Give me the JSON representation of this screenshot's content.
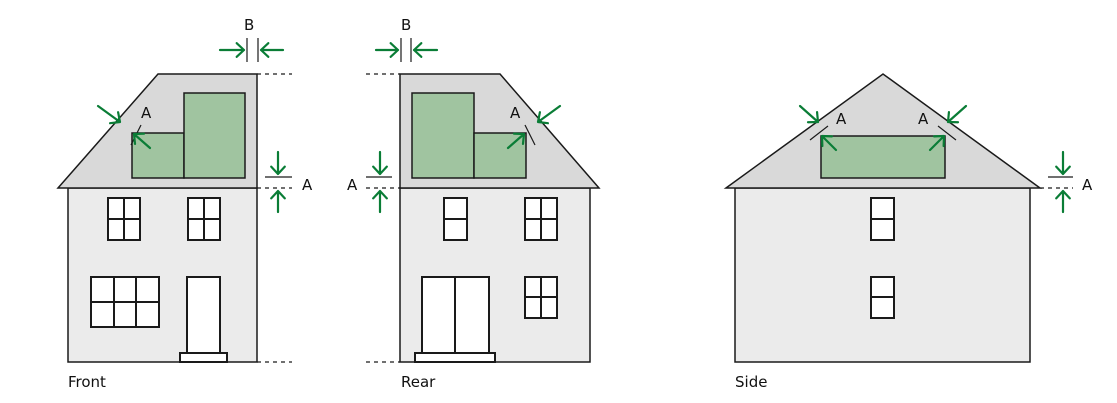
{
  "labels": {
    "front": "Front",
    "rear": "Rear",
    "side": "Side",
    "dim_a": "A",
    "dim_b": "B"
  },
  "colors": {
    "roof": "#d9d9d9",
    "wall": "#ebebeb",
    "dormer": "#a0c4a0",
    "arrow": "#0a7d36"
  }
}
